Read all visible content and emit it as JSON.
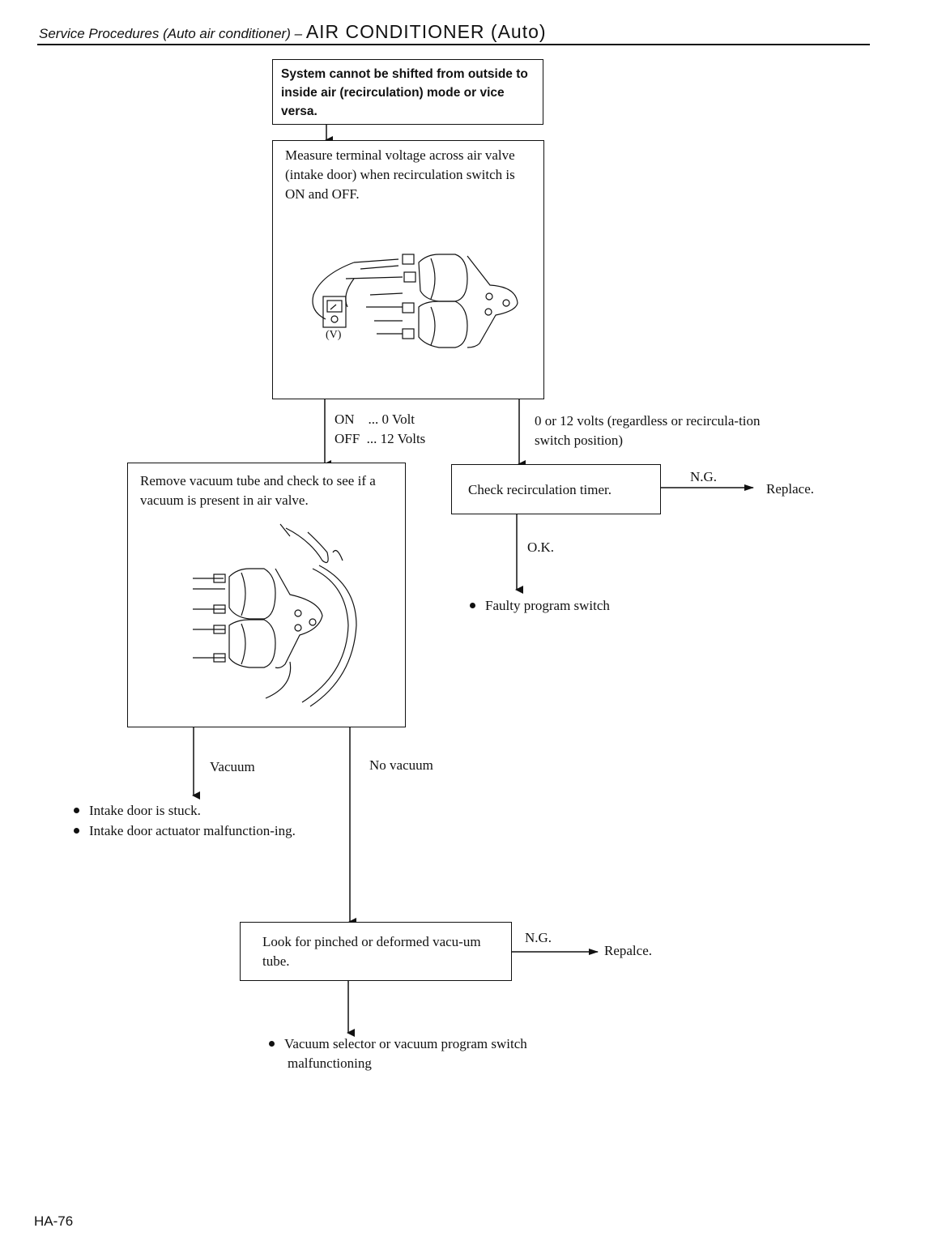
{
  "header": {
    "section": "Service Procedures (Auto air conditioner)",
    "dash": "–",
    "title": "AIR CONDITIONER (Auto)"
  },
  "steps": {
    "symptom": "System cannot be shifted from outside to inside air (recirculation) mode or vice versa.",
    "measure": "Measure terminal voltage across air valve (intake door) when recirculation switch is ON and OFF.",
    "vacuum_check": "Remove vacuum tube and check to see if a vacuum is present in air valve.",
    "timer_check": "Check recirculation timer.",
    "tube_check": "Look for pinched or deformed vacu-um tube."
  },
  "labels": {
    "on_line": "ON    ... 0 Volt",
    "off_line": "OFF  ... 12 Volts",
    "either_volts": "0 or 12 volts (regardless or recircula-tion switch position)",
    "ng_1": "N.G.",
    "replace_1": "Replace.",
    "ok": "O.K.",
    "vacuum": "Vacuum",
    "no_vacuum": "No vacuum",
    "ng_2": "N.G.",
    "replace_2": "Repalce.",
    "meter_label": "(V)"
  },
  "results": {
    "faulty_program_switch": "Faulty program switch",
    "intake_stuck": "Intake door is stuck.",
    "actuator_malfunction": "Intake door actuator malfunction-ing.",
    "selector_malfunction": "Vacuum selector or vacuum program switch malfunctioning"
  },
  "footer": {
    "page_number": "HA-76"
  }
}
